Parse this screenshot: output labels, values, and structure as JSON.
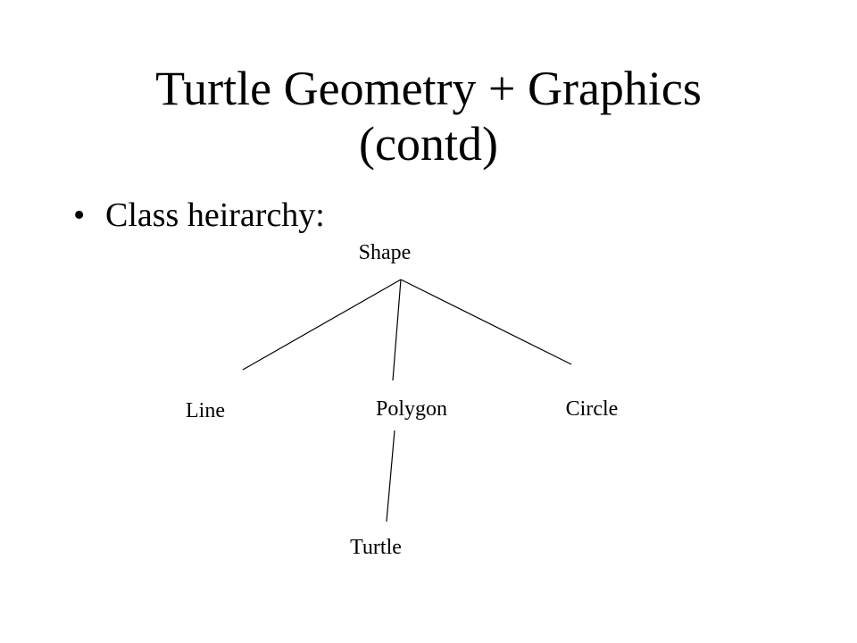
{
  "slide": {
    "title_line1": "Turtle Geometry + Graphics",
    "title_line2": "(contd)",
    "bullet_char": "•",
    "bullet_text": "Class heirarchy:"
  },
  "hierarchy": {
    "root": "Shape",
    "children": [
      "Line",
      "Polygon",
      "Circle"
    ],
    "grandchild_parent": "Polygon",
    "grandchild": "Turtle"
  }
}
